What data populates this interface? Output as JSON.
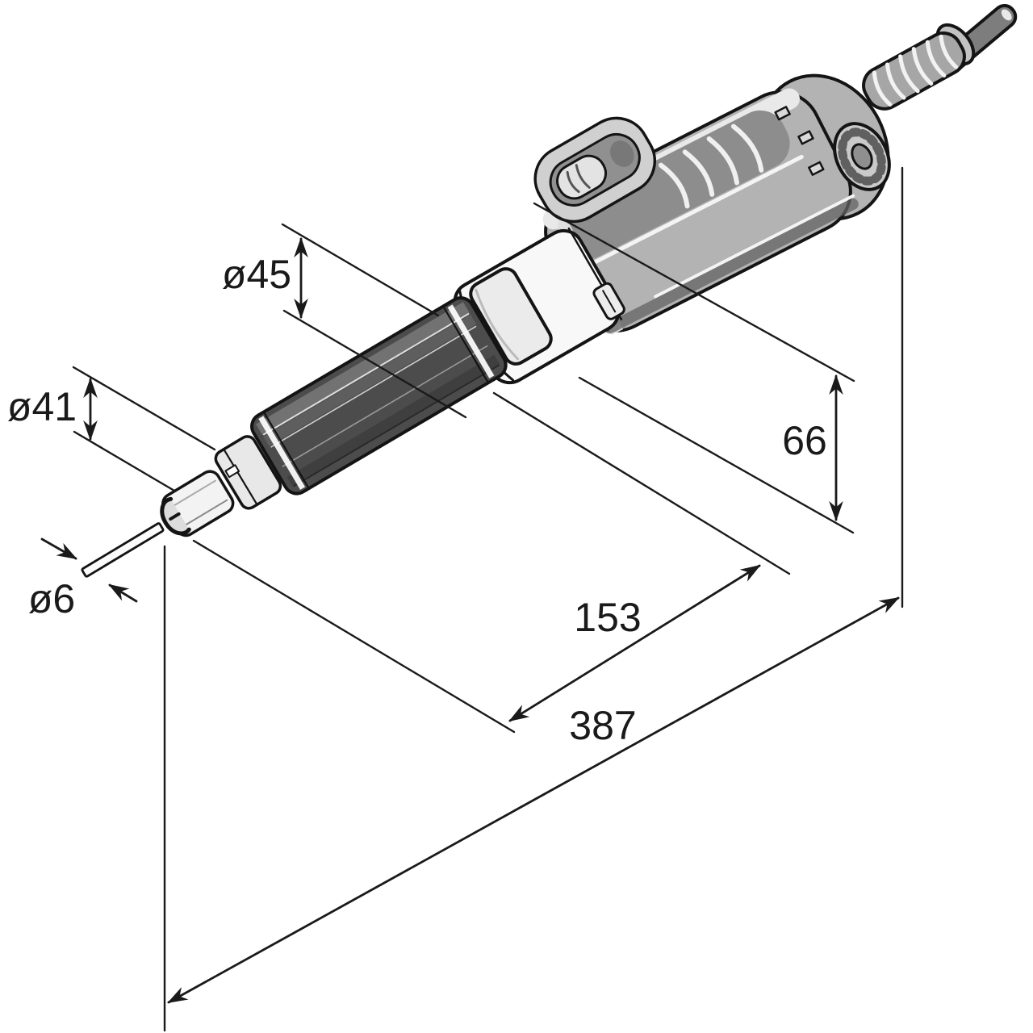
{
  "figure": {
    "kind": "dimensioned-product-line-drawing",
    "subject": "straight die grinder shown diagonally with dimension arrows",
    "background_color": "#ffffff",
    "outline_color": "#1a1a1a"
  },
  "dimension_labels": {
    "collar_diameter": "ø45",
    "grip_diameter": "ø41",
    "collet_diameter": "ø6",
    "body_height": "66",
    "front_length": "153",
    "overall_length": "387"
  },
  "palette": {
    "housing_gray": "#b3b3b3",
    "top_panel_gray": "#8d8d8d",
    "grip_dark_gray": "#4c4c4c",
    "light_part_gray": "#f2f2f2",
    "cable_gray": "#7d7d7d"
  }
}
